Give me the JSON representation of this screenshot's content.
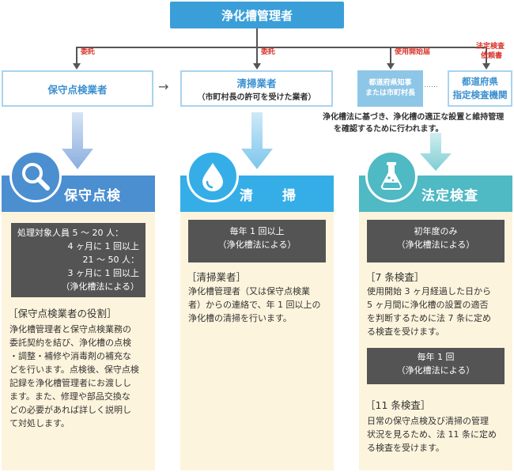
{
  "top": {
    "title": "浄化槽管理者"
  },
  "labels": {
    "left": "委託",
    "middle": "委託",
    "right1": "使用開始届",
    "right2a": "法定検査",
    "right2b": "依頼書"
  },
  "row": {
    "box1": "保守点検業者",
    "box2_main": "清掃業者",
    "box2_sub": "（市町村長の許可を受けた業者）",
    "small_line1": "都道府県知事",
    "small_line2": "または市町村長",
    "dots": "……",
    "box4_line1": "都道府県",
    "box4_line2": "指定検査機関",
    "arrow": "→"
  },
  "note": {
    "line1": "浄化槽法に基づき、浄化槽の適正な設置と維持管理",
    "line2": "を確認するために行われます。"
  },
  "panels": {
    "hoshu": {
      "title": "保守点検",
      "box": {
        "l1": "処理対象人員 5 〜 20 人：",
        "l2": "4 ヶ月に 1 回以上",
        "l3": "21 〜 50 人：",
        "l4": "3 ヶ月に 1 回以上",
        "l5": "（浄化槽法による）"
      },
      "section": "［保守点検業者の役割］",
      "lines": [
        "浄化槽管理者と保守点検業務の",
        "委託契約を結び、浄化槽の点検",
        "・調整・補修や消毒剤の補充な",
        "どを行います。点検後、保守点検",
        "記録を浄化槽管理者にお渡しし",
        "ます。また、修理や部品交換な",
        "どの必要があれば詳しく説明し",
        "て対処します。"
      ]
    },
    "seisou": {
      "title": "清　　掃",
      "box": {
        "l1": "毎年 1 回以上",
        "l2": "（浄化槽法による）"
      },
      "section": "［清掃業者］",
      "lines": [
        "浄化槽管理者（又は保守点検業",
        "者）からの連絡で、年 1 回以上の",
        "浄化槽の清掃を行います。"
      ]
    },
    "houtei": {
      "title": "法定検査",
      "box1": {
        "l1": "初年度のみ",
        "l2": "（浄化槽法による）"
      },
      "section1": "［7 条検査］",
      "lines1": [
        "使用開始 3 ヶ月経過した日から",
        "5 ヶ月間に浄化槽の設置の適否",
        "を判断するために法 7 条に定め",
        "る検査を受けます。"
      ],
      "box2": {
        "l1": "毎年 1 回",
        "l2": "（浄化槽法による）"
      },
      "section2": "［11 条検査］",
      "lines2": [
        "日常の保守点検及び清掃の管理",
        "状況を見るため、法 11 条に定め",
        "る検査を受けます。"
      ]
    }
  },
  "colors": {
    "top_blue": "#3a9fd8",
    "hoshu_blue": "#4b8fd1",
    "seisou_blue": "#35aee8",
    "houtei_teal": "#4fb9c4",
    "cream": "#fdf4dd",
    "dark_box": "#545454",
    "red_label": "#d9352b"
  },
  "icons": [
    "magnifier-icon",
    "water-drop-icon",
    "flask-icon"
  ]
}
